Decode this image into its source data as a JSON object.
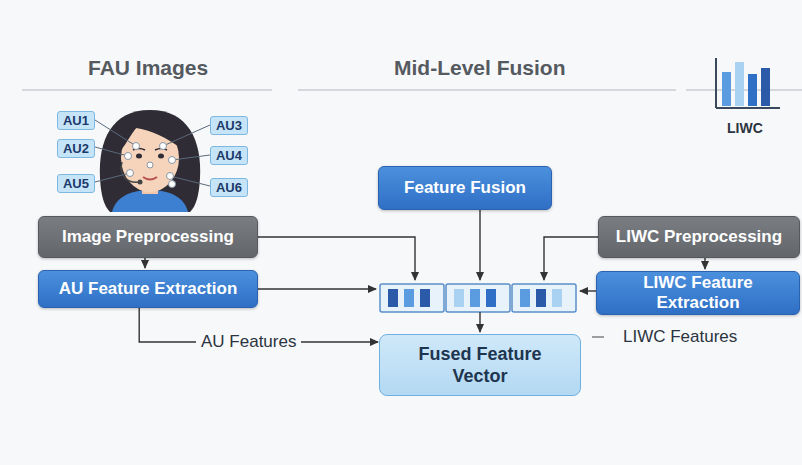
{
  "diagram": {
    "nodes": [
      {
        "text": [
          "AU1"
        ]
      },
      {
        "text": [
          "AU3"
        ]
      },
      {
        "text": [
          "AU2"
        ]
      },
      {
        "text": [
          "AU4"
        ]
      },
      {
        "text": [
          "AU5"
        ]
      },
      {
        "text": [
          "AU6"
        ]
      },
      {
        "text": [
          "Feature Fusion"
        ]
      },
      {
        "text": [
          "Image Preprocessing"
        ]
      },
      {
        "text": [
          "LIWC Preprocessing"
        ]
      },
      {
        "text": [
          "AU Feature Extraction"
        ]
      },
      {
        "text": [
          "LIWC Feature Extraction"
        ]
      },
      {
        "text": [
          "Fused Feature Vector"
        ]
      }
    ],
    "edges": [
      {
        "from": 9,
        "to": 11,
        "label": "AU Features",
        "arrow": "to"
      }
    ],
    "labels": [
      "FAU Images",
      "Mid-Level Fusion",
      "LIWC",
      "LIWC Features"
    ]
  }
}
